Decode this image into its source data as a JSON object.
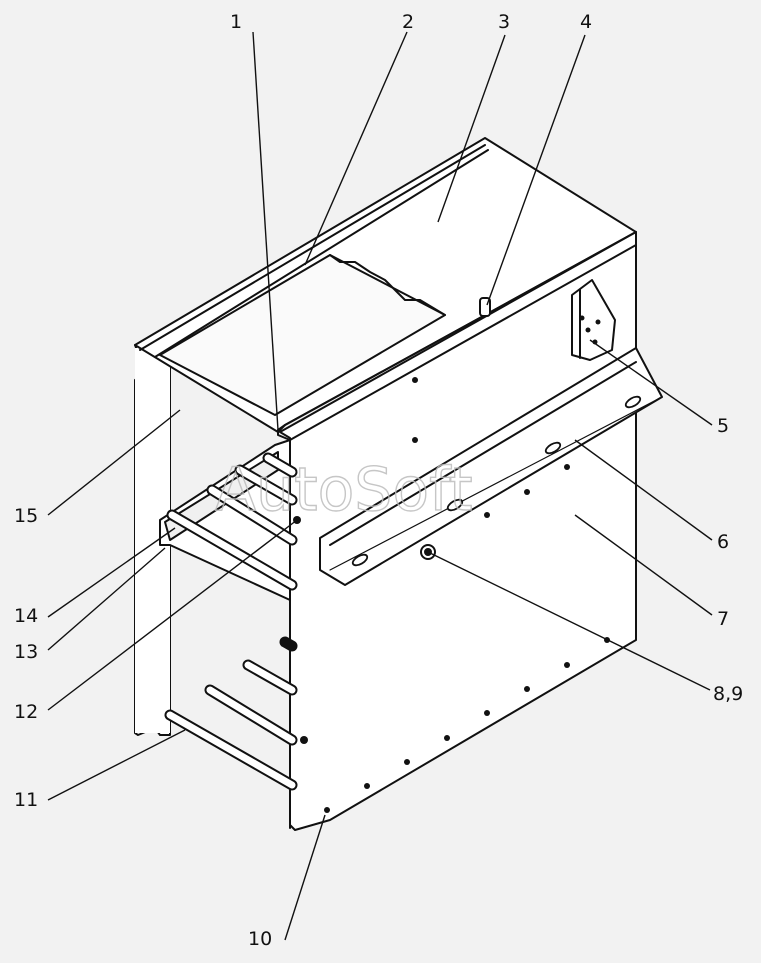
{
  "watermark": "AutoSoft",
  "colors": {
    "background": "#f2f2f2",
    "line": "#111111",
    "fill": "#ffffff"
  },
  "callouts": [
    "1",
    "2",
    "3",
    "4",
    "5",
    "6",
    "7",
    "8,9",
    "10",
    "11",
    "12",
    "13",
    "14",
    "15"
  ]
}
